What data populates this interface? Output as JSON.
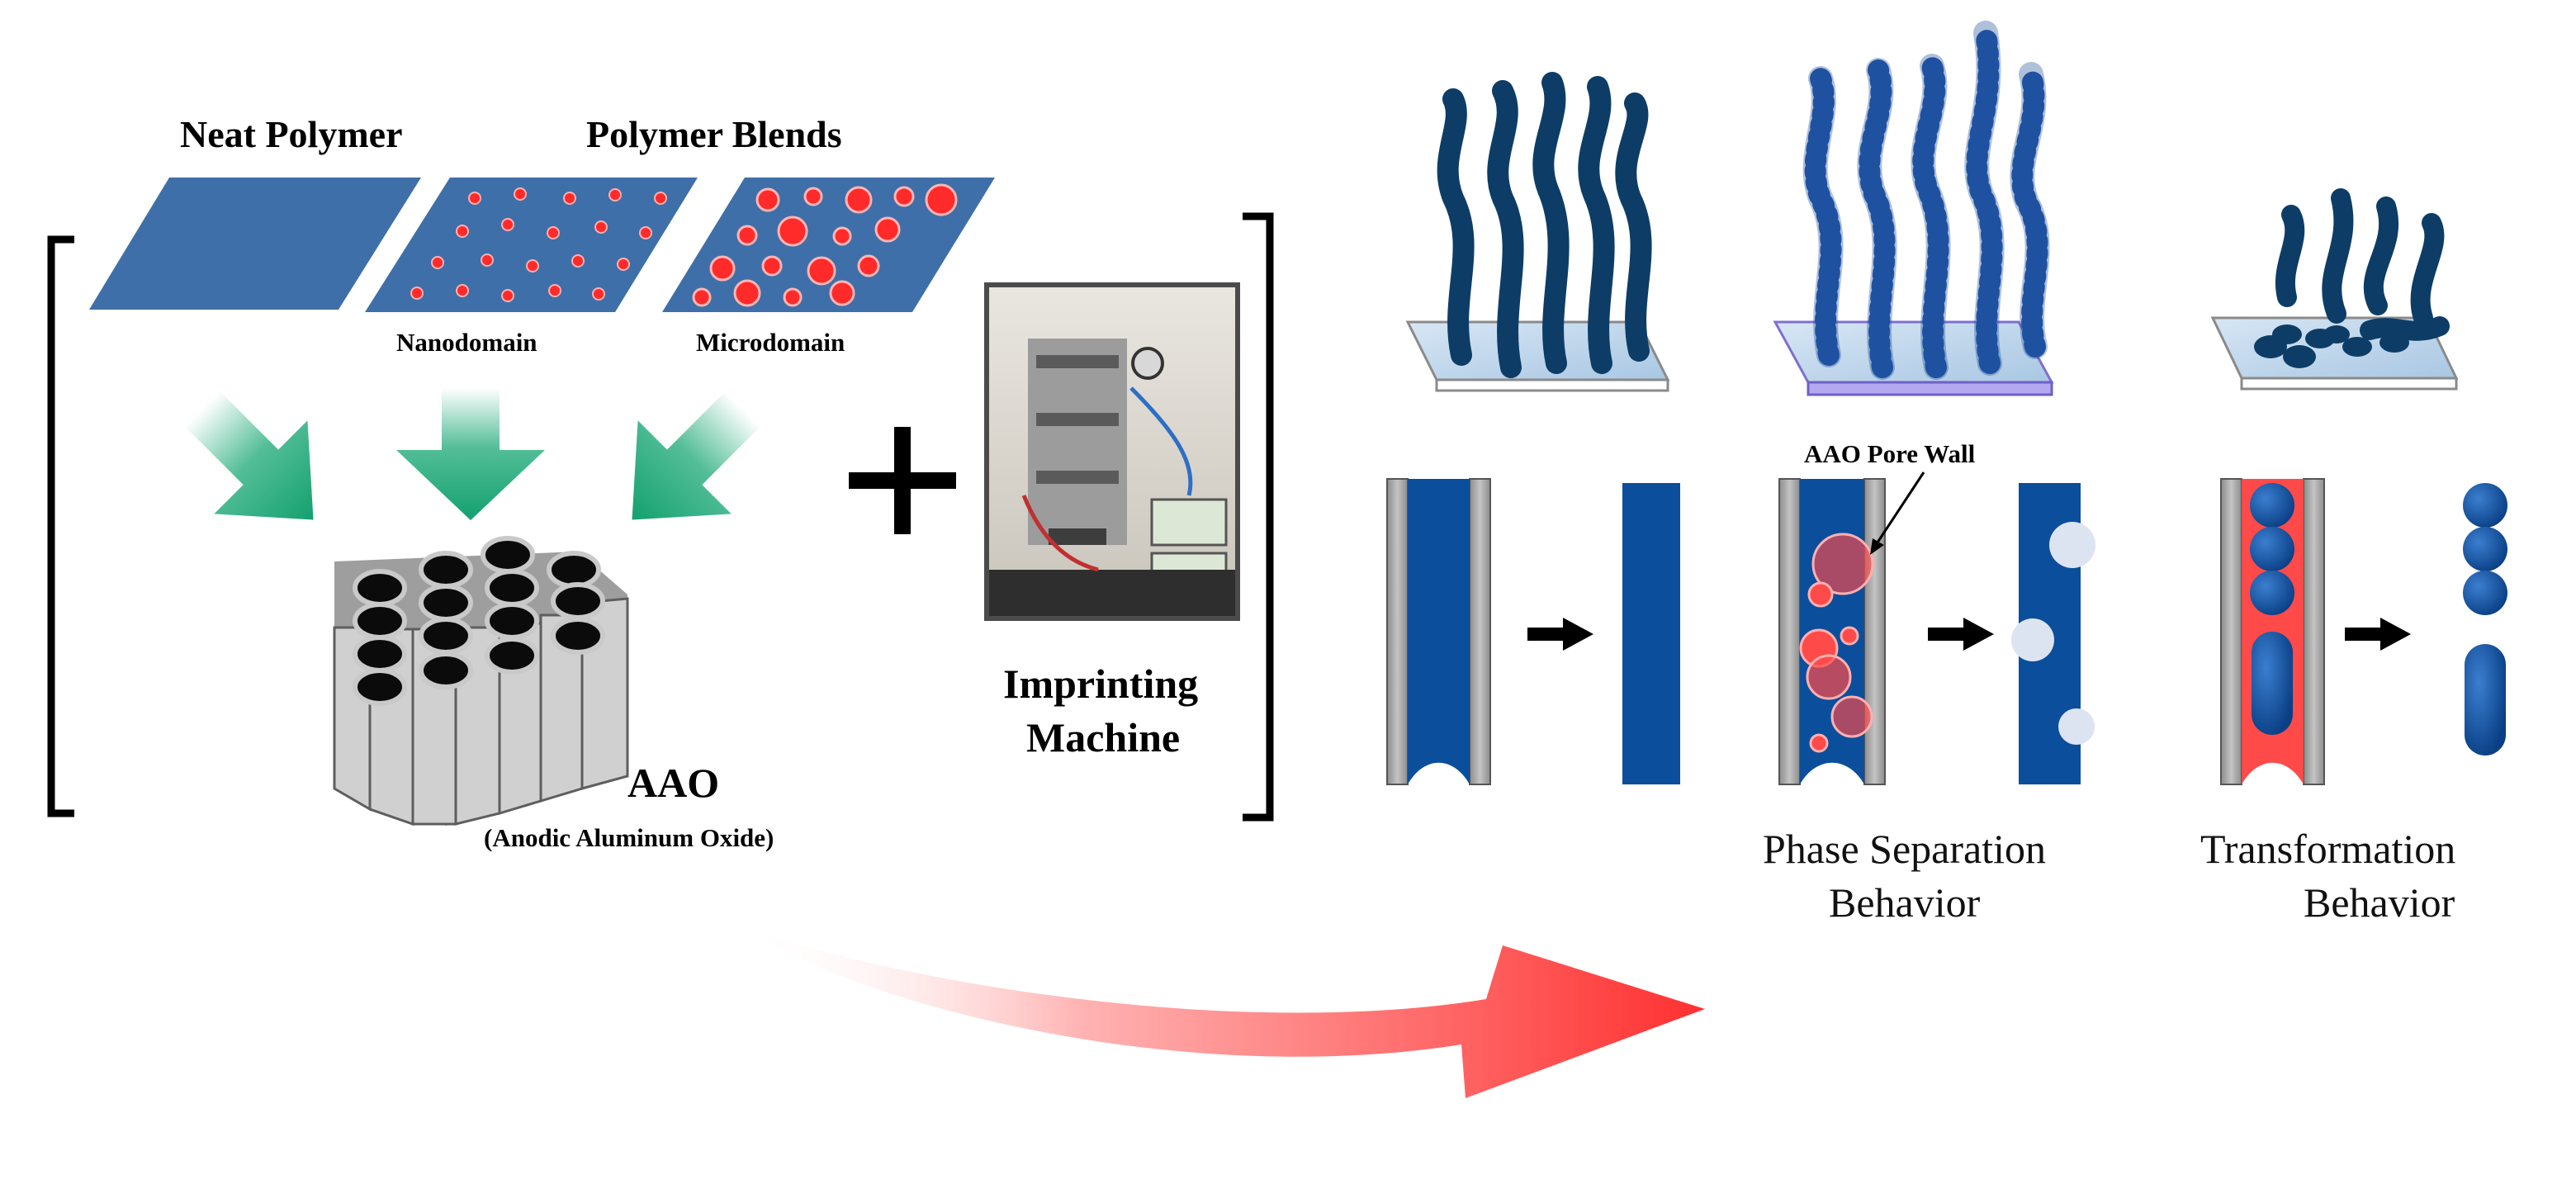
{
  "labels": {
    "neat_polymer": "Neat Polymer",
    "polymer_blends": "Polymer Blends",
    "nanodomain": "Nanodomain",
    "microdomain": "Microdomain",
    "aao": "AAO",
    "aao_full": "(Anodic Aluminum Oxide)",
    "imprinting_line1": "Imprinting",
    "imprinting_line2": "Machine",
    "pore_wall": "AAO Pore Wall",
    "phase_sep_line1": "Phase Separation",
    "phase_sep_line2": "Behavior",
    "transform_line1": "Transformation",
    "transform_line2": "Behavior"
  },
  "colors": {
    "polymer_blue": "#3F6FA8",
    "domain_red": "#FF2A2A",
    "arrow_green": "#1AA876",
    "nanorod_navy": "#0D3D66",
    "tube_blue": "#0B4E9C",
    "tube_red": "#FF4A4A",
    "pore_wall_gray": "#A6A6A6",
    "big_arrow_red": "#FF3333"
  }
}
